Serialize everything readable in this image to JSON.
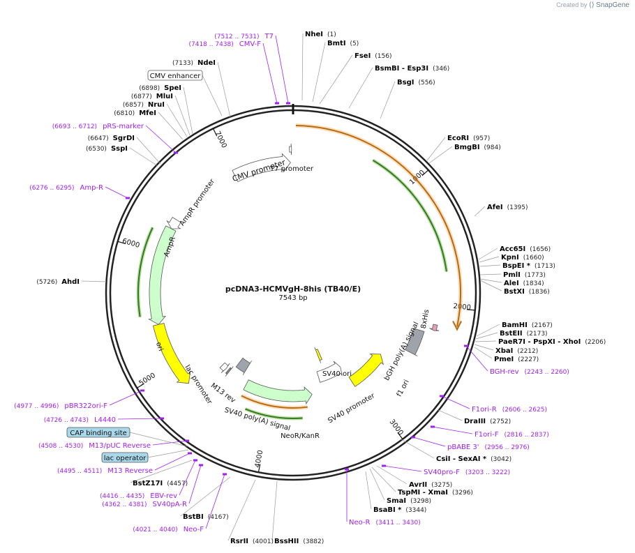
{
  "brand": {
    "created_by": "Created by",
    "app": "SnapGene"
  },
  "plasmid": {
    "name": "pcDNA3-HCMVgH-8his (TB40/E)",
    "size": "7543 bp",
    "length": 7543
  },
  "colors": {
    "enzyme": "#000000",
    "primer": "#a020f0",
    "orange": "#f4a442",
    "green": "#2f7d1d",
    "yellow": "#ffff00",
    "lightgreen": "#ccffcc",
    "gray": "#a0a4aa",
    "pink": "#e8a0b8",
    "lightblue": "#a8d8ea"
  },
  "ticks": [
    {
      "label": "1000",
      "pos": 1000
    },
    {
      "label": "2000",
      "pos": 2000
    },
    {
      "label": "3000",
      "pos": 3000
    },
    {
      "label": "4000",
      "pos": 4000
    },
    {
      "label": "5000",
      "pos": 5000
    },
    {
      "label": "6000",
      "pos": 6000
    },
    {
      "label": "7000",
      "pos": 7000
    }
  ],
  "features": [
    {
      "label": "CMV promoter",
      "type": "promoter",
      "start": 6990,
      "end": 7520
    },
    {
      "label": "T7 promoter",
      "type": "promoter",
      "start": 7512,
      "end": 7531
    },
    {
      "label": "AmpR promoter",
      "type": "promoter",
      "start": 6240,
      "end": 6330
    },
    {
      "label": "AmpR",
      "type": "gene",
      "start": 5380,
      "end": 6240
    },
    {
      "label": "ori",
      "type": "ori",
      "start": 4800,
      "end": 5380
    },
    {
      "label": "lac promoter",
      "type": "promoter",
      "start": 4640,
      "end": 4700
    },
    {
      "label": "M13 rev",
      "type": "primerbox",
      "start": 4590,
      "end": 4610
    },
    {
      "label": "SV40 poly(A) signal",
      "type": "term",
      "start": 4430,
      "end": 4560
    },
    {
      "label": "NeoR/KanR",
      "type": "gene",
      "start": 3550,
      "end": 4340
    },
    {
      "label": "SV40 promoter",
      "type": "promoter",
      "start": 3090,
      "end": 3420
    },
    {
      "label": "SV40 ori",
      "type": "ori",
      "start": 3280,
      "end": 3320
    },
    {
      "label": "f1 ori",
      "type": "ori",
      "start": 2620,
      "end": 3070
    },
    {
      "label": "bGH poly(A) signal",
      "type": "term",
      "start": 2230,
      "end": 2450
    },
    {
      "label": "8xHis",
      "type": "tag",
      "start": 2150,
      "end": 2200
    }
  ],
  "enzymes": [
    {
      "name": "NheI",
      "pos": "(1)"
    },
    {
      "name": "BmtI",
      "pos": "(5)"
    },
    {
      "name": "FseI",
      "pos": "(156)"
    },
    {
      "name": "BsmBI   - Esp3I",
      "pos": "(346)"
    },
    {
      "name": "BsgI",
      "pos": "(556)"
    },
    {
      "name": "EcoRI",
      "pos": "(957)"
    },
    {
      "name": "BmgBI",
      "pos": "(984)"
    },
    {
      "name": "AfeI",
      "pos": "(1395)"
    },
    {
      "name": "Acc65I",
      "pos": "(1656)"
    },
    {
      "name": "KpnI",
      "pos": "(1660)"
    },
    {
      "name": "BspEI  *",
      "pos": "(1713)"
    },
    {
      "name": "PmlI",
      "pos": "(1773)"
    },
    {
      "name": "AleI",
      "pos": "(1834)"
    },
    {
      "name": "BstXI",
      "pos": "(1836)"
    },
    {
      "name": "BamHI",
      "pos": "(2167)"
    },
    {
      "name": "BstEII",
      "pos": "(2173)"
    },
    {
      "name": "PaeR7I   - PspXI   - XhoI",
      "pos": "(2206)"
    },
    {
      "name": "XbaI",
      "pos": "(2212)"
    },
    {
      "name": "PmeI",
      "pos": "(2227)"
    },
    {
      "name": "DraIII",
      "pos": "(2752)"
    },
    {
      "name": "CsiI   - SexAI  *",
      "pos": "(3042)"
    },
    {
      "name": "AvrII",
      "pos": "(3275)"
    },
    {
      "name": "TspMI   - XmaI",
      "pos": "(3296)"
    },
    {
      "name": "SmaI",
      "pos": "(3298)"
    },
    {
      "name": "BsaBI  *",
      "pos": "(3344)"
    },
    {
      "name": "BssHII",
      "pos": "(3882)"
    },
    {
      "name": "RsrII",
      "pos": "(4001)"
    },
    {
      "name": "BstBI",
      "pos": "(4167)"
    },
    {
      "name": "BstZ17I",
      "pos": "(4457)"
    },
    {
      "name": "AhdI",
      "pos": "(5726)"
    },
    {
      "name": "SspI",
      "pos": "(6530)"
    },
    {
      "name": "SgrDI",
      "pos": "(6647)"
    },
    {
      "name": "MfeI",
      "pos": "(6810)"
    },
    {
      "name": "NruI",
      "pos": "(6857)"
    },
    {
      "name": "MluI",
      "pos": "(6877)"
    },
    {
      "name": "SpeI",
      "pos": "(6898)"
    },
    {
      "name": "NdeI",
      "pos": "(7133)"
    }
  ],
  "primers": [
    {
      "name": "T7",
      "range": "(7512 .. 7531)"
    },
    {
      "name": "CMV-F",
      "range": "(7418 .. 7438)"
    },
    {
      "name": "BGH-rev",
      "range": "(2243 .. 2260)"
    },
    {
      "name": "F1ori-R",
      "range": "(2606 .. 2625)"
    },
    {
      "name": "F1ori-F",
      "range": "(2816 .. 2837)"
    },
    {
      "name": "pBABE 3'",
      "range": "(2956 .. 2976)"
    },
    {
      "name": "SV40pro-F",
      "range": "(3203 .. 3222)"
    },
    {
      "name": "Neo-R",
      "range": "(3411 .. 3430)"
    },
    {
      "name": "Neo-F",
      "range": "(4021 .. 4040)"
    },
    {
      "name": "SV40pA-R",
      "range": "(4362 .. 4381)"
    },
    {
      "name": "EBV-rev",
      "range": "(4416 .. 4435)"
    },
    {
      "name": "M13 Reverse",
      "range": "(4495 .. 4511)"
    },
    {
      "name": "M13/pUC Reverse",
      "range": "(4508 .. 4530)"
    },
    {
      "name": "L4440",
      "range": "(4726 .. 4743)"
    },
    {
      "name": "pBR322ori-F",
      "range": "(4977 .. 4996)"
    },
    {
      "name": "Amp-R",
      "range": "(6276 .. 6295)"
    },
    {
      "name": "pRS-marker",
      "range": "(6693 .. 6712)"
    }
  ],
  "boxed_labels": [
    {
      "name": "CMV enhancer"
    },
    {
      "name": "CAP binding site"
    },
    {
      "name": "lac operator"
    }
  ]
}
